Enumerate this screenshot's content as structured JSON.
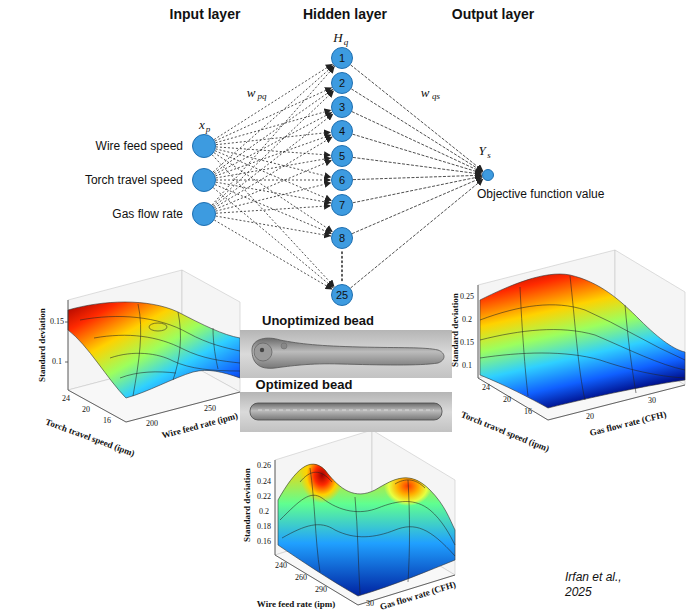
{
  "diagram": {
    "nodes": [
      {
        "text": [
          "Wire feed speed"
        ]
      },
      {
        "text": [
          "Torch travel speed"
        ]
      },
      {
        "text": [
          "Gas flow rate"
        ]
      },
      {
        "text": [
          "1"
        ]
      },
      {
        "text": [
          "2"
        ]
      },
      {
        "text": [
          "3"
        ]
      },
      {
        "text": [
          "4"
        ]
      },
      {
        "text": [
          "5"
        ]
      },
      {
        "text": [
          "6"
        ]
      },
      {
        "text": [
          "7"
        ]
      },
      {
        "text": [
          "8"
        ]
      },
      {
        "text": [
          "25"
        ]
      },
      {
        "text": [
          "Objective function value"
        ]
      }
    ],
    "edges": [
      {
        "from": 0,
        "to": 3,
        "arrow": "to"
      },
      {
        "from": 0,
        "to": 4,
        "arrow": "to"
      },
      {
        "from": 0,
        "to": 5,
        "arrow": "to"
      },
      {
        "from": 0,
        "to": 6,
        "arrow": "to"
      },
      {
        "from": 0,
        "to": 7,
        "arrow": "to"
      },
      {
        "from": 0,
        "to": 8,
        "arrow": "to"
      },
      {
        "from": 0,
        "to": 9,
        "arrow": "to"
      },
      {
        "from": 0,
        "to": 10,
        "arrow": "to"
      },
      {
        "from": 0,
        "to": 11,
        "arrow": "to"
      },
      {
        "from": 1,
        "to": 3,
        "arrow": "to"
      },
      {
        "from": 1,
        "to": 4,
        "arrow": "to"
      },
      {
        "from": 1,
        "to": 5,
        "arrow": "to"
      },
      {
        "from": 1,
        "to": 6,
        "arrow": "to"
      },
      {
        "from": 1,
        "to": 7,
        "arrow": "to"
      },
      {
        "from": 1,
        "to": 8,
        "arrow": "to"
      },
      {
        "from": 1,
        "to": 9,
        "arrow": "to"
      },
      {
        "from": 1,
        "to": 10,
        "arrow": "to"
      },
      {
        "from": 1,
        "to": 11,
        "arrow": "to"
      },
      {
        "from": 2,
        "to": 3,
        "arrow": "to"
      },
      {
        "from": 2,
        "to": 4,
        "arrow": "to"
      },
      {
        "from": 2,
        "to": 5,
        "arrow": "to"
      },
      {
        "from": 2,
        "to": 6,
        "arrow": "to"
      },
      {
        "from": 2,
        "to": 7,
        "arrow": "to"
      },
      {
        "from": 2,
        "to": 8,
        "arrow": "to"
      },
      {
        "from": 2,
        "to": 9,
        "arrow": "to"
      },
      {
        "from": 2,
        "to": 10,
        "arrow": "to"
      },
      {
        "from": 2,
        "to": 11,
        "arrow": "to"
      },
      {
        "from": 3,
        "to": 12,
        "arrow": "to"
      },
      {
        "from": 4,
        "to": 12,
        "arrow": "to"
      },
      {
        "from": 5,
        "to": 12,
        "arrow": "to"
      },
      {
        "from": 6,
        "to": 12,
        "arrow": "to"
      },
      {
        "from": 7,
        "to": 12,
        "arrow": "to"
      },
      {
        "from": 8,
        "to": 12,
        "arrow": "to"
      },
      {
        "from": 9,
        "to": 12,
        "arrow": "to"
      },
      {
        "from": 10,
        "to": 12,
        "arrow": "to"
      },
      {
        "from": 11,
        "to": 12,
        "arrow": "to"
      }
    ],
    "labels": [
      "Input layer",
      "Hidden layer",
      "Output layer",
      "H",
      "q",
      "x",
      "p",
      "w",
      "pq",
      "w",
      "qs",
      "Y",
      "s",
      "Unoptimized bead",
      "Optimized bead",
      "Irfan et al., 2025",
      "Standard deviation",
      "0.15",
      "0.1",
      "Torch travel speed (ipm)",
      "24",
      "20",
      "16",
      "Wire feed rate (ipm)",
      "200",
      "250",
      "Standard deviation",
      "0.25",
      "0.2",
      "0.15",
      "0.1",
      "Torch travel speed (ipm)",
      "24",
      "20",
      "16",
      "Gas flow rate (CFH)",
      "20",
      "30",
      "Standard deviation",
      "0.26",
      "0.24",
      "0.22",
      "0.2",
      "0.18",
      "0.16",
      "Wire feed rate (ipm)",
      "240",
      "260",
      "290",
      "Gas flow rate (CFH)",
      "30"
    ]
  }
}
